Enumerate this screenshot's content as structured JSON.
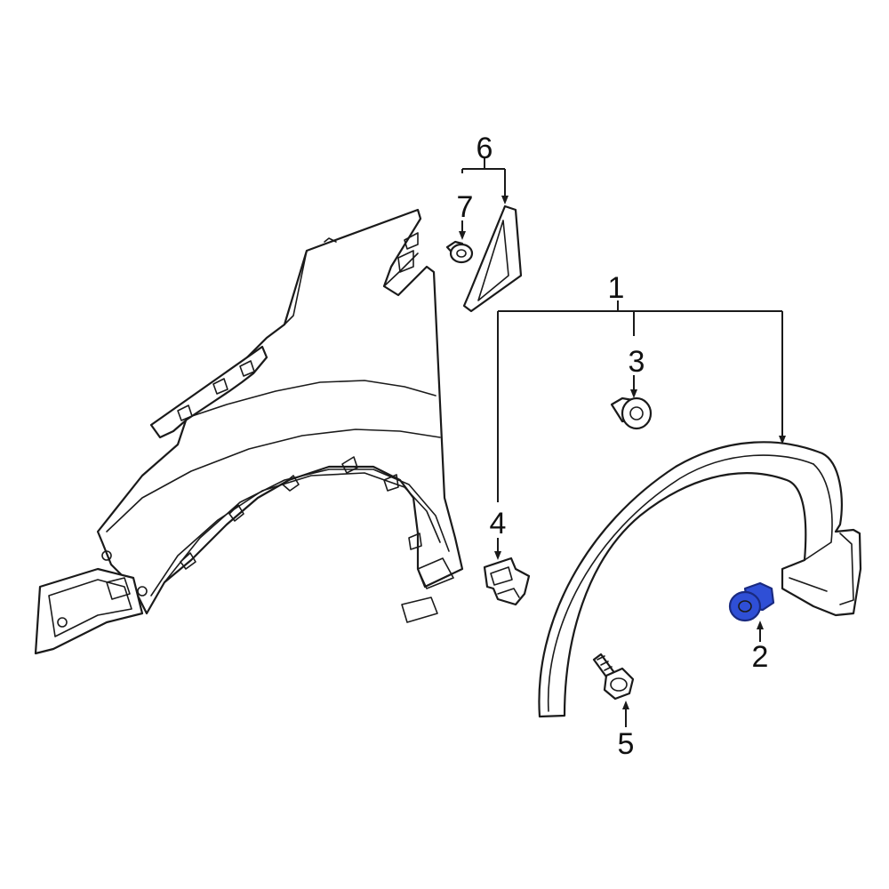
{
  "diagram": {
    "callouts": [
      {
        "number": "1",
        "part": "wheel-opening-molding-assembly"
      },
      {
        "number": "2",
        "part": "clip"
      },
      {
        "number": "3",
        "part": "clip"
      },
      {
        "number": "4",
        "part": "bracket"
      },
      {
        "number": "5",
        "part": "bolt"
      },
      {
        "number": "6",
        "part": "fender-garnish-assembly"
      },
      {
        "number": "7",
        "part": "clip"
      }
    ],
    "highlight_color": "#2f4fd6",
    "highlighted_callout": "2",
    "line_color": "#1a1a1a",
    "background_color": "#ffffff"
  }
}
